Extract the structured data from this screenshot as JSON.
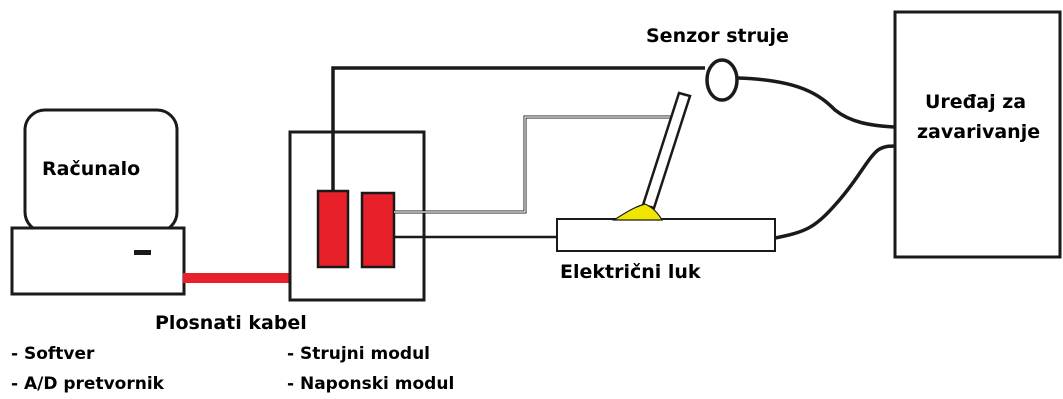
{
  "labels": {
    "current_sensor": "Senzor struje",
    "welding_device_line1": "Uređaj za",
    "welding_device_line2": "zavarivanje",
    "computer": "Računalo",
    "electric_arc": "Električni luk",
    "flat_cable": "Plosnati kabel"
  },
  "computer_features": [
    "- Softver",
    "- A/D pretvornik"
  ],
  "module_features": [
    "- Strujni modul",
    "- Naponski modul"
  ],
  "colors": {
    "module_red": "#e8202a",
    "cable_red": "#e8202a",
    "arc_yellow": "#f2e600",
    "line": "#1a1a1a"
  }
}
